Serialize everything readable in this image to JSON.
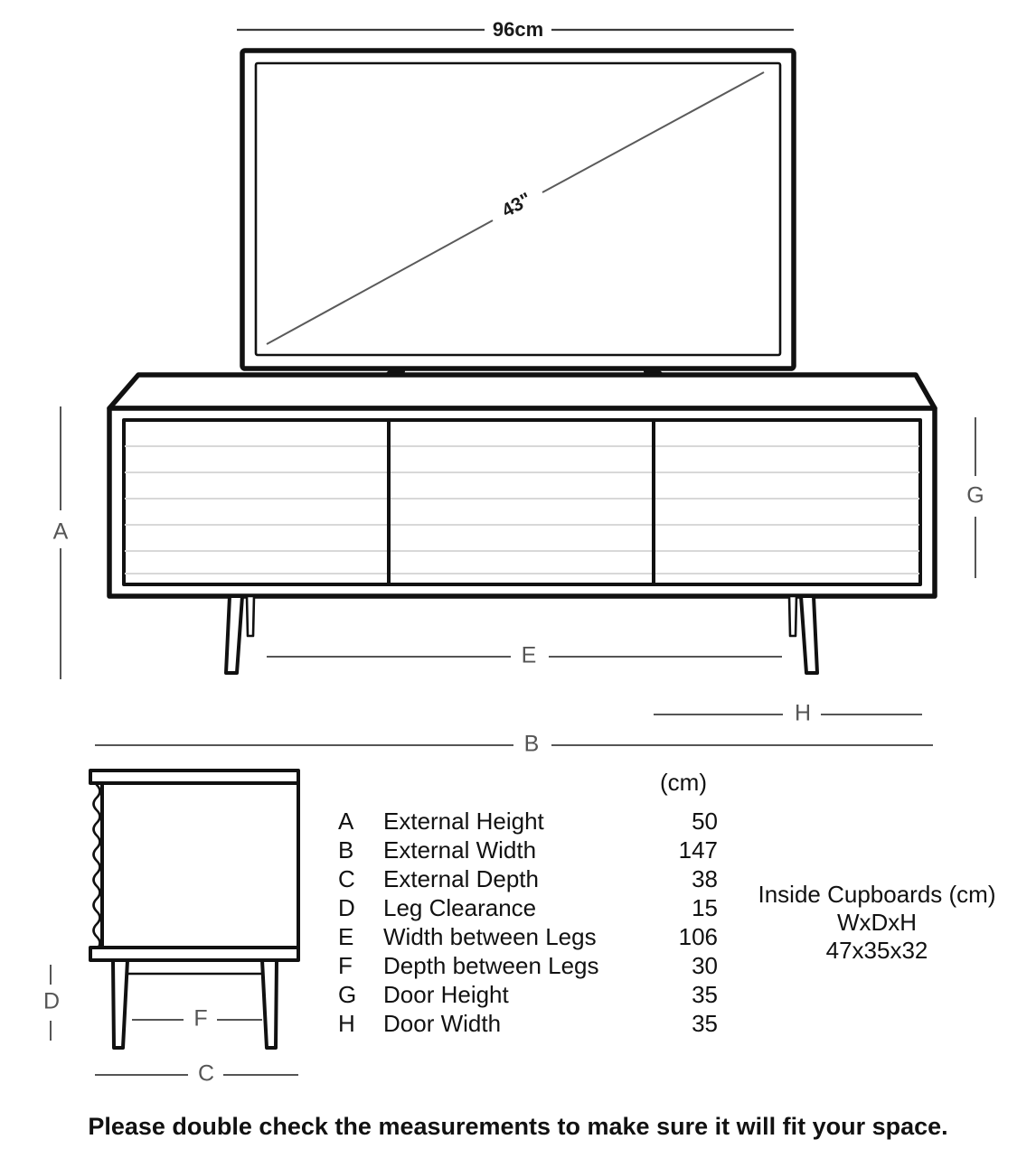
{
  "diagram": {
    "tv": {
      "width_label": "96cm",
      "diagonal_label": "43\"",
      "feet_count": 2
    },
    "front_view": {
      "dimension_markers": [
        {
          "id": "A",
          "label": "A",
          "orientation": "vertical",
          "side": "left"
        },
        {
          "id": "G",
          "label": "G",
          "orientation": "vertical",
          "side": "right"
        },
        {
          "id": "E",
          "label": "E",
          "orientation": "horizontal"
        },
        {
          "id": "H",
          "label": "H",
          "orientation": "horizontal"
        },
        {
          "id": "B",
          "label": "B",
          "orientation": "horizontal"
        }
      ],
      "door_count": 3
    },
    "side_view": {
      "dimension_markers": [
        {
          "id": "D",
          "label": "D",
          "orientation": "vertical"
        },
        {
          "id": "F",
          "label": "F",
          "orientation": "horizontal"
        },
        {
          "id": "C",
          "label": "C",
          "orientation": "horizontal"
        }
      ]
    }
  },
  "specs": {
    "unit_header": "(cm)",
    "rows": [
      {
        "letter": "A",
        "name": "External Height",
        "value": "50"
      },
      {
        "letter": "B",
        "name": "External Width",
        "value": "147"
      },
      {
        "letter": "C",
        "name": "External Depth",
        "value": "38"
      },
      {
        "letter": "D",
        "name": "Leg Clearance",
        "value": "15"
      },
      {
        "letter": "E",
        "name": "Width between Legs",
        "value": "106"
      },
      {
        "letter": "F",
        "name": "Depth between Legs",
        "value": "30"
      },
      {
        "letter": "G",
        "name": "Door Height",
        "value": "35"
      },
      {
        "letter": "H",
        "name": "Door Width",
        "value": "35"
      }
    ]
  },
  "inside_cupboards": {
    "title": "Inside Cupboards (cm)",
    "axes": "WxDxH",
    "value": "47x35x32"
  },
  "footnote": {
    "text": "Please double check the measurements to make sure it will fit your space."
  },
  "colors": {
    "outline": "#111111",
    "dimension_line": "#555555",
    "slat": "#d8d8d8",
    "background": "#ffffff",
    "text": "#111111"
  }
}
